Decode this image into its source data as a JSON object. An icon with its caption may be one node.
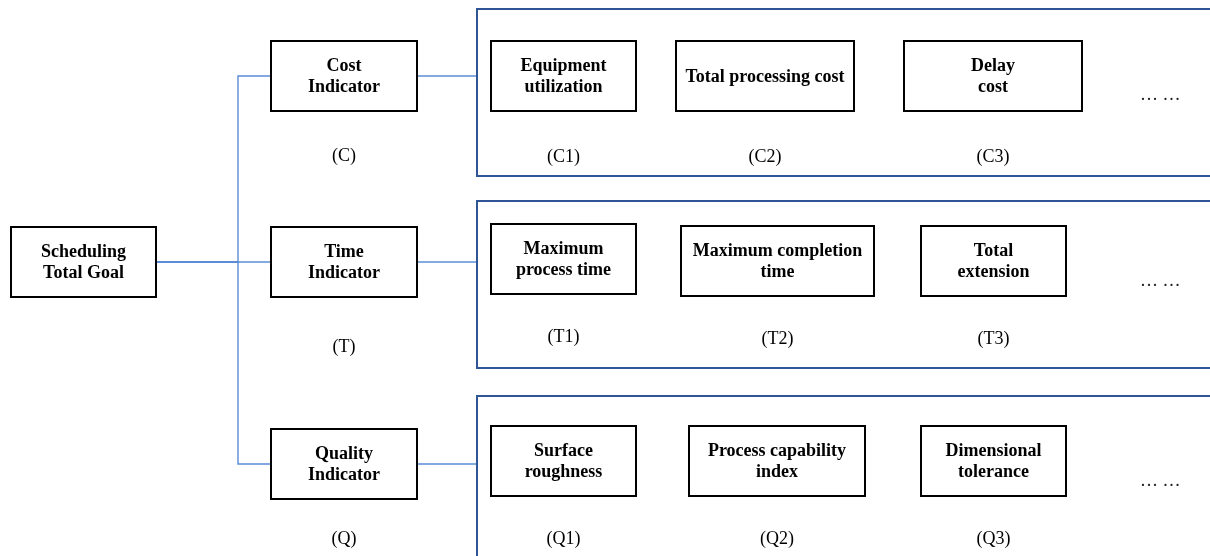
{
  "diagram": {
    "nodes": [
      {
        "text": [
          "Scheduling Total Goal"
        ]
      },
      {
        "text": [
          "Cost Indicator"
        ],
        "beside": [
          "(C)"
        ]
      },
      {
        "text": [],
        "shape": "box"
      },
      {
        "text": [
          "Equipment utilization"
        ],
        "in": 2,
        "beside": [
          "(C1)"
        ]
      },
      {
        "text": [
          "Total processing cost"
        ],
        "in": 2,
        "beside": [
          "(C2)"
        ]
      },
      {
        "text": [
          "Delay cost"
        ],
        "in": 2,
        "beside": [
          "(C3)"
        ]
      },
      {
        "text": [
          "Time Indicator"
        ],
        "beside": [
          "(T)"
        ]
      },
      {
        "text": [],
        "shape": "box"
      },
      {
        "text": [
          "Maximum process time"
        ],
        "in": 7,
        "beside": [
          "(T1)"
        ]
      },
      {
        "text": [
          "Maximum completion time"
        ],
        "in": 7,
        "beside": [
          "(T2)"
        ]
      },
      {
        "text": [
          "Total extension"
        ],
        "in": 7,
        "beside": [
          "(T3)"
        ]
      },
      {
        "text": [
          "Quality Indicator"
        ],
        "beside": [
          "(Q)"
        ]
      },
      {
        "text": [],
        "shape": "box"
      },
      {
        "text": [
          "Surface roughness"
        ],
        "in": 12,
        "beside": [
          "(Q1)"
        ]
      },
      {
        "text": [
          "Process capability index"
        ],
        "in": 12,
        "beside": [
          "(Q2)"
        ]
      },
      {
        "text": [
          "Dimensional tolerance"
        ],
        "in": 12,
        "beside": [
          "(Q3)"
        ]
      }
    ],
    "edges": [
      {
        "from": 0,
        "to": 1,
        "arrow": "none"
      },
      {
        "from": 0,
        "to": 6,
        "arrow": "none"
      },
      {
        "from": 0,
        "to": 11,
        "arrow": "none"
      },
      {
        "from": 1,
        "to": 2,
        "arrow": "none"
      },
      {
        "from": 6,
        "to": 7,
        "arrow": "none"
      },
      {
        "from": 11,
        "to": 12,
        "arrow": "none"
      }
    ],
    "labels": [
      "… …",
      "… …",
      "… …"
    ]
  }
}
